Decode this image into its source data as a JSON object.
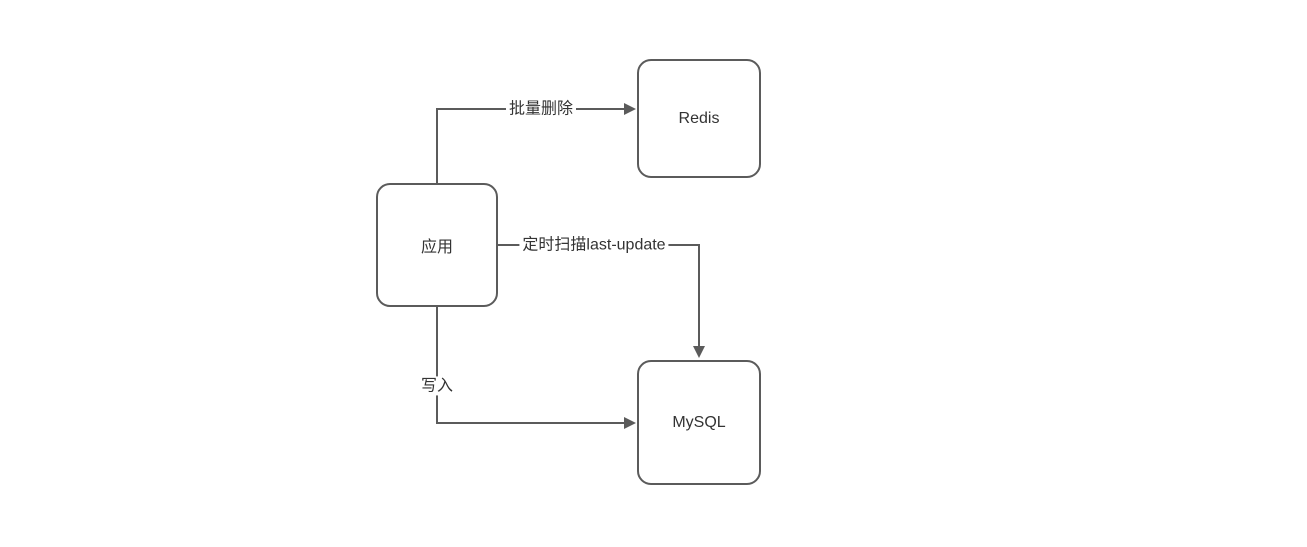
{
  "diagram": {
    "colors": {
      "stroke": "#5b5b5b",
      "text": "#333333",
      "background": "#ffffff"
    },
    "nodes": [
      {
        "id": "app",
        "label": "应用"
      },
      {
        "id": "redis",
        "label": "Redis"
      },
      {
        "id": "mysql",
        "label": "MySQL"
      }
    ],
    "edges": [
      {
        "from": "app",
        "to": "redis",
        "label": "批量删除"
      },
      {
        "from": "app",
        "to": "mysql",
        "label": "定时扫描last-update"
      },
      {
        "from": "app",
        "to": "mysql",
        "label": "写入"
      }
    ]
  }
}
